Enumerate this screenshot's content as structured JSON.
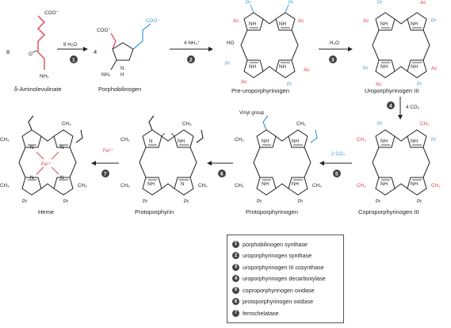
{
  "molecules": {
    "aminolevulinate": "δ-Aminolevulinate",
    "porphobilinogen": "Porphobilinogen",
    "preuroporphyrinogen": "Pre-uroporphyrinogen",
    "uroporphyrinogen": "Uroporphyrinogen III",
    "coproporphyrinogen": "Coproporphyrinogen III",
    "protoporphyrinogen": "Protoporphyrinogen",
    "protoporphyrin": "Protoporphyrin",
    "heme": "Heme"
  },
  "reagents": {
    "step1": "8 H₂O",
    "step2": "4 NH₄⁺",
    "step3": "H₂O",
    "step4": "4 CO₂",
    "step5": "2 CO₂",
    "step7": "Fe²⁺"
  },
  "coefficients": {
    "ala": "8",
    "pbg": "4"
  },
  "annotations": {
    "vinyl": "Vinyl group"
  },
  "atoms": {
    "coo": "COO⁻",
    "o": "O",
    "nh2": "NH₂",
    "nh": "NH",
    "n": "N",
    "h": "H",
    "ho": "HO",
    "ac": "Ac",
    "pr": "Pr",
    "ch3": "CH₃",
    "fe": "Fe²⁺"
  },
  "legend": {
    "items": [
      {
        "num": "1",
        "label": "porphobilinogen synthase"
      },
      {
        "num": "2",
        "label": "uroporphyrinogen synthase"
      },
      {
        "num": "3",
        "label": "uroporphyrinogen III cosynthase"
      },
      {
        "num": "4",
        "label": "uroporphyrinogen decarboxylase"
      },
      {
        "num": "5",
        "label": "coproporphyrinogen oxidase"
      },
      {
        "num": "6",
        "label": "protoporphyrinogen oxidase"
      },
      {
        "num": "7",
        "label": "ferrochelatase"
      }
    ]
  },
  "colors": {
    "acetate": "#e0394a",
    "propionate": "#3b9bd0",
    "ink": "#222222",
    "badge": "#444444"
  }
}
